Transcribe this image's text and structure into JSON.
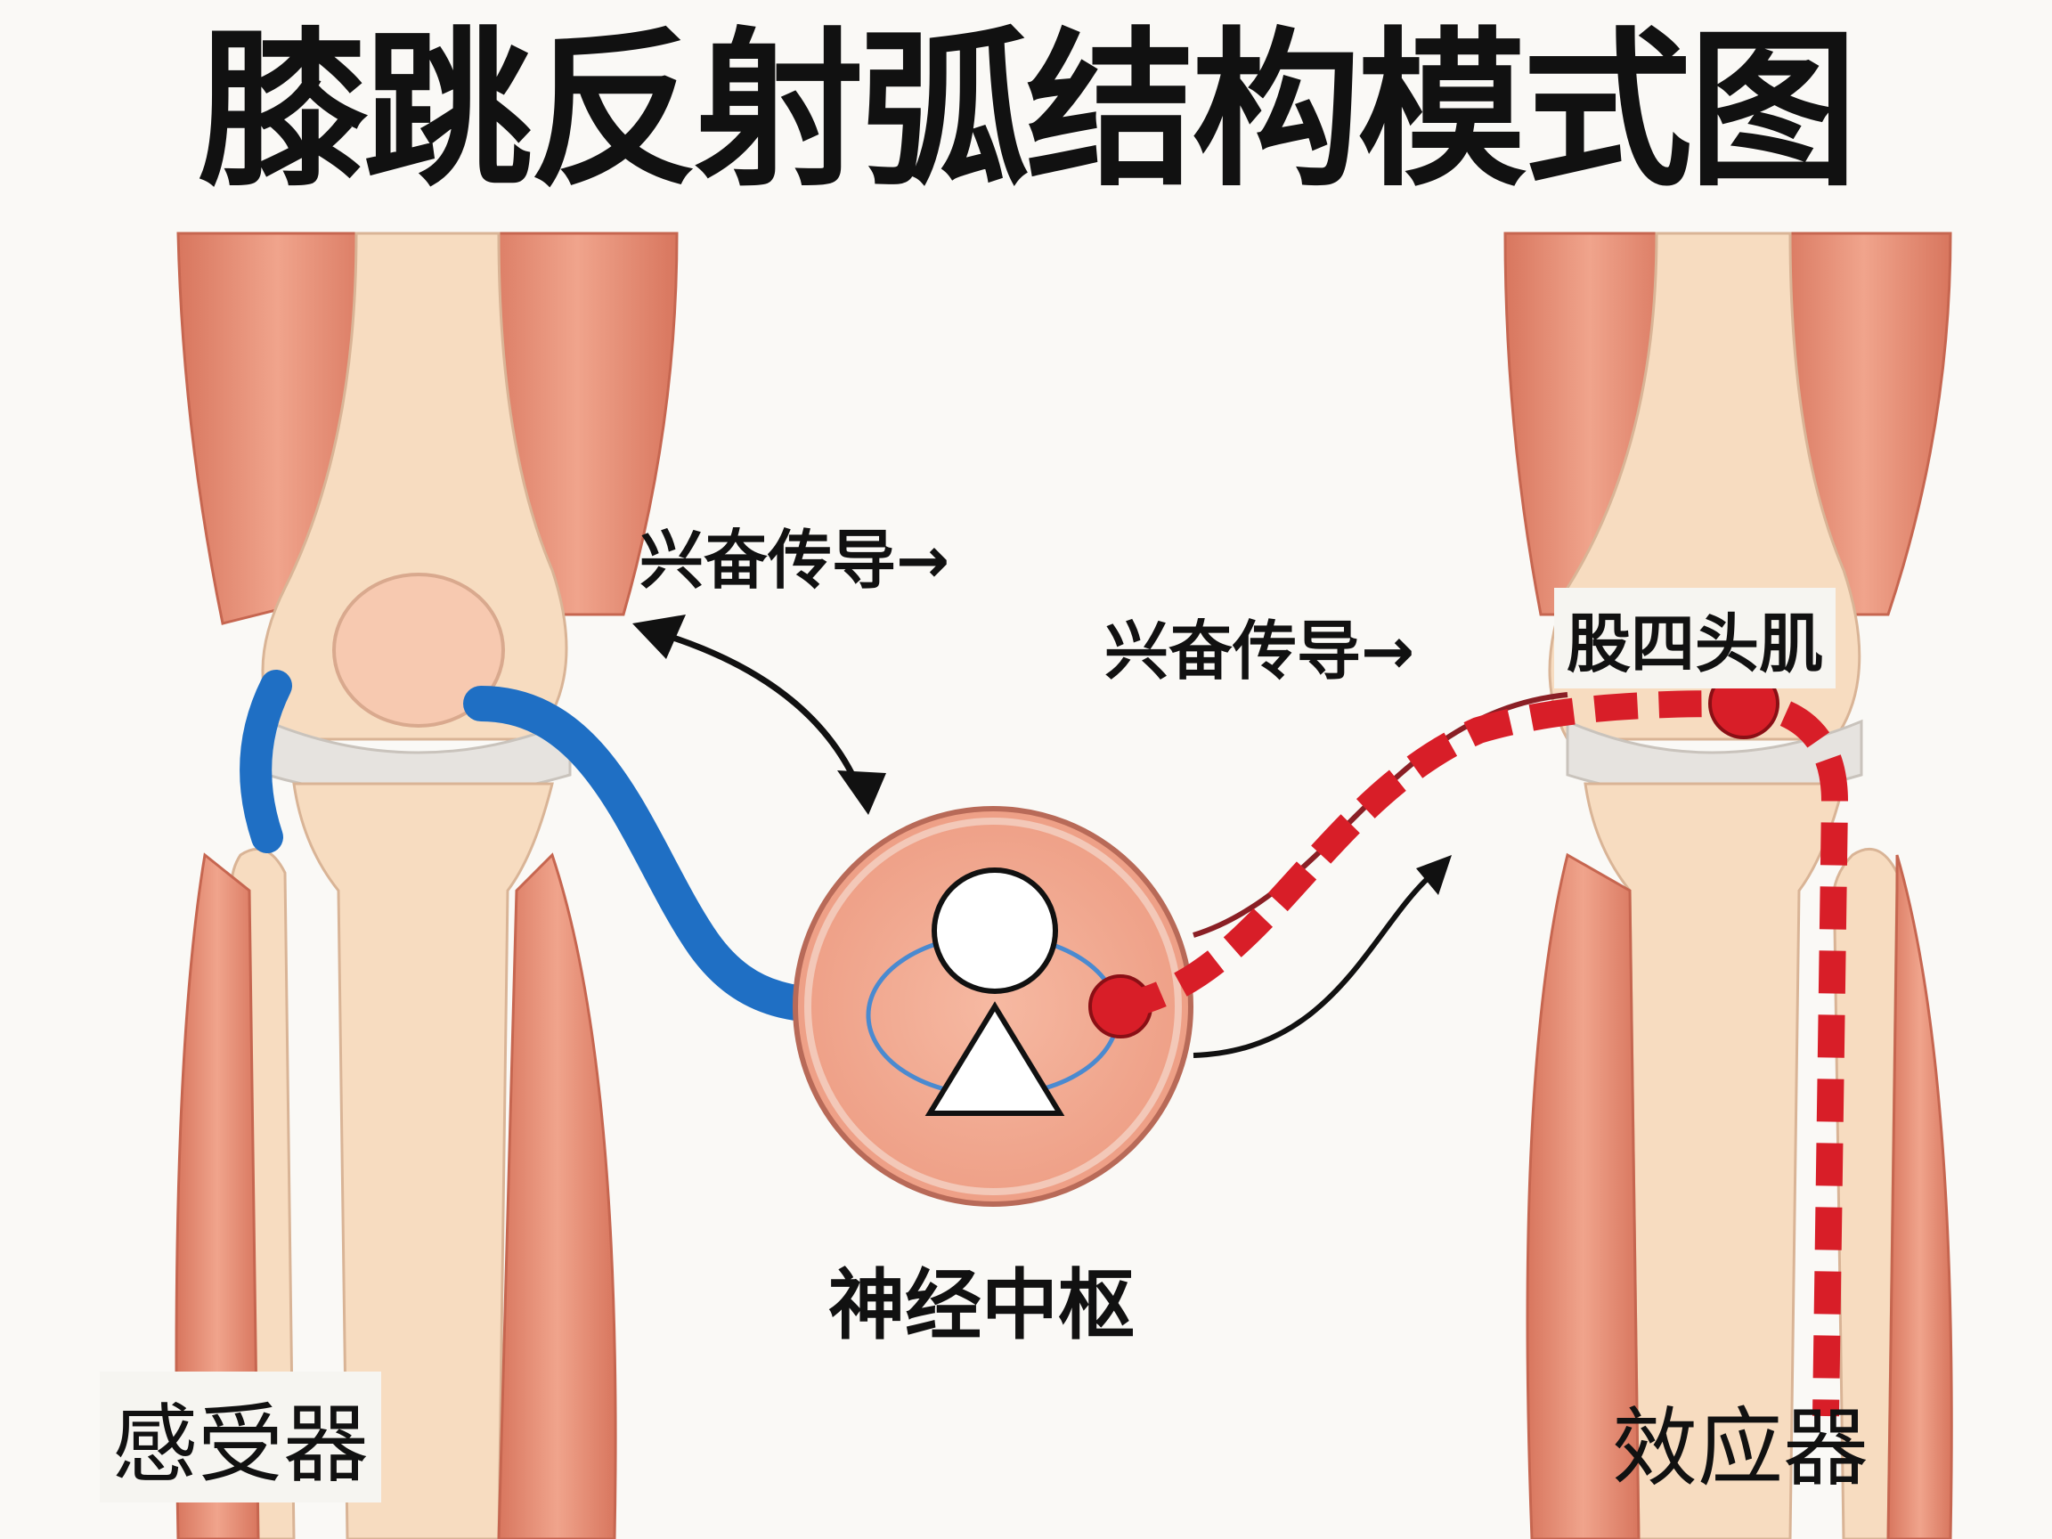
{
  "title": "膝跳反射弧结构模式图",
  "labels": {
    "conduction_top": "兴奋传导→",
    "conduction_right": "兴奋传导→",
    "muscle": "股四头肌",
    "center": "神经中枢",
    "receptor": "感受器",
    "effector": "效应器"
  },
  "colors": {
    "muscle": "#e58f78",
    "muscle_dark": "#cf6f58",
    "bone": "#f7dcc0",
    "cartilage": "#e6e3df",
    "afferent_nerve": "#1f6fc4",
    "efferent_nerve": "#d81e28",
    "arrow": "#111111"
  }
}
